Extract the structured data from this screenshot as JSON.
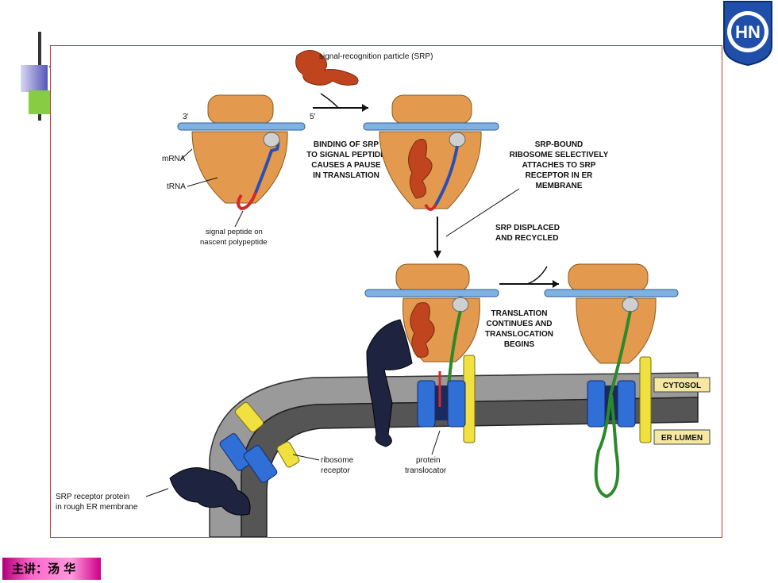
{
  "slide": {
    "footer": "主讲：汤 华",
    "logo_text": "HN"
  },
  "diagram": {
    "srp": "signal-recognition particle (SRP)",
    "three_prime": "3'",
    "five_prime": "5'",
    "mrna": "mRNA",
    "trna": "tRNA",
    "signal_peptide_1": "signal peptide on",
    "signal_peptide_2": "nascent polypeptide",
    "binding_1": "BINDING OF SRP",
    "binding_2": "TO SIGNAL PEPTIDE",
    "binding_3": "CAUSES A PAUSE",
    "binding_4": "IN TRANSLATION",
    "srp_bound_1": "SRP-BOUND",
    "srp_bound_2": "RIBOSOME SELECTIVELY",
    "srp_bound_3": "ATTACHES TO SRP",
    "srp_bound_4": "RECEPTOR IN ER",
    "srp_bound_5": "MEMBRANE",
    "displaced_1": "SRP DISPLACED",
    "displaced_2": "AND RECYCLED",
    "translation_1": "TRANSLATION",
    "translation_2": "CONTINUES AND",
    "translation_3": "TRANSLOCATION",
    "translation_4": "BEGINS",
    "cytosol": "CYTOSOL",
    "er_lumen": "ER LUMEN",
    "ribosome_receptor_1": "ribosome",
    "ribosome_receptor_2": "receptor",
    "translocator_1": "protein",
    "translocator_2": "translocator",
    "srp_receptor_1": "SRP receptor protein",
    "srp_receptor_2": "in rough ER membrane"
  }
}
